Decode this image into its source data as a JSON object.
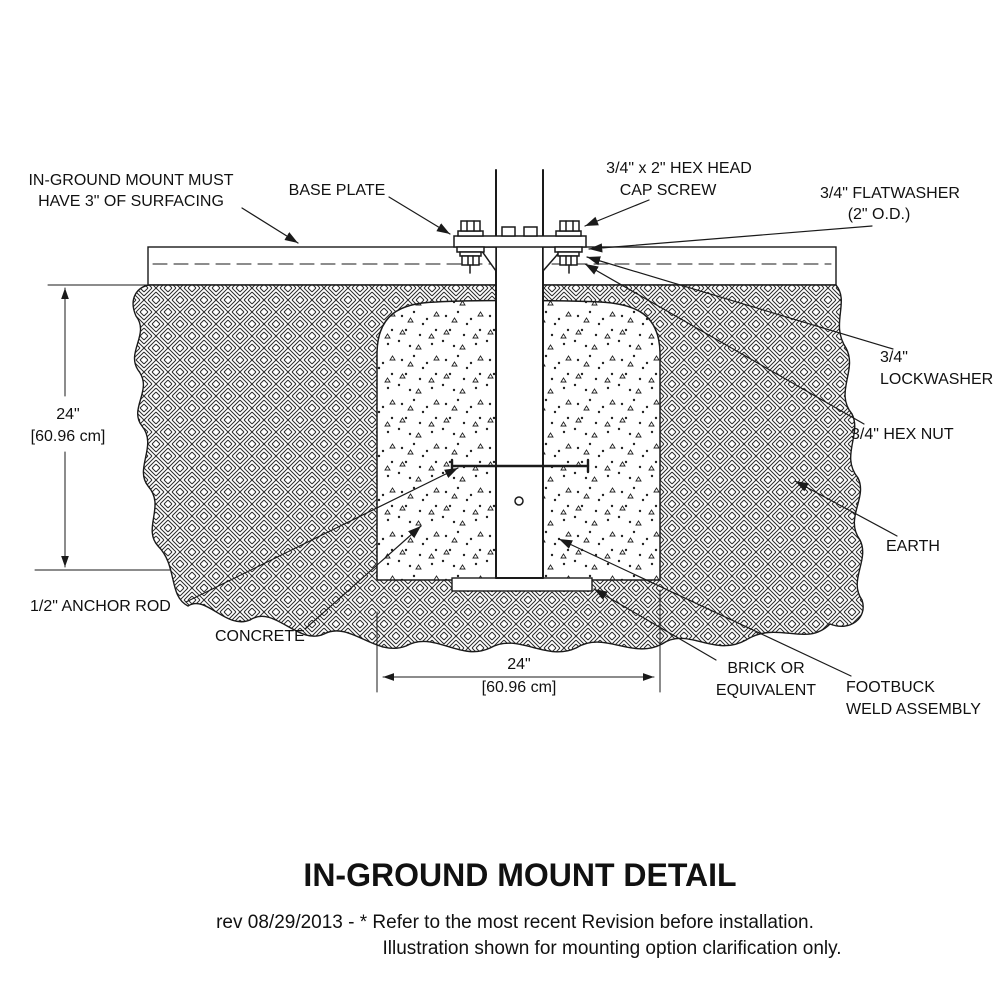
{
  "drawing": {
    "callouts": {
      "surfacing": {
        "line1": "IN-GROUND MOUNT MUST",
        "line2": "HAVE 3\" OF SURFACING"
      },
      "base_plate": "BASE PLATE",
      "cap_screw": {
        "line1": "3/4\" x 2\" HEX HEAD",
        "line2": "CAP SCREW"
      },
      "flatwasher": {
        "line1": "3/4\" FLATWASHER",
        "line2": "(2\" O.D.)"
      },
      "lockwasher": {
        "line1": "3/4\"",
        "line2": "LOCKWASHER"
      },
      "hex_nut": "3/4\" HEX NUT",
      "earth": "EARTH",
      "anchor_rod": "1/2\" ANCHOR ROD",
      "concrete": "CONCRETE",
      "brick": {
        "line1": "BRICK OR",
        "line2": "EQUIVALENT"
      },
      "footbuck": {
        "line1": "FOOTBUCK",
        "line2": "WELD ASSEMBLY"
      }
    },
    "dimensions": {
      "depth": {
        "value": "24\"",
        "metric": "[60.96 cm]"
      },
      "width": {
        "value": "24\"",
        "metric": "[60.96 cm]"
      }
    }
  },
  "title": "IN-GROUND MOUNT DETAIL",
  "footnotes": {
    "line1": "rev 08/29/2013 - * Refer to the most recent Revision before installation.",
    "line2": "Illustration shown for mounting option clarification only."
  },
  "colors": {
    "line": "#1a1a1a",
    "background": "#ffffff"
  }
}
